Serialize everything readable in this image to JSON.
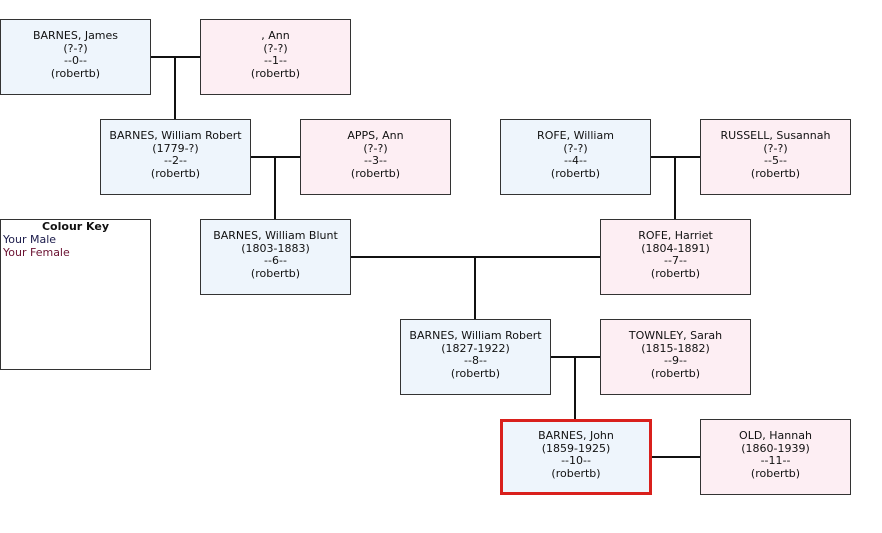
{
  "colors": {
    "male": "#eef5fc",
    "female": "#fdeef3",
    "selected_border": "#d9201c",
    "line": "#111111"
  },
  "people": {
    "p0": {
      "name": "BARNES, James",
      "dates": "(?-?)",
      "id": "--0--",
      "user": "(robertb)"
    },
    "p1": {
      "name": ", Ann",
      "dates": "(?-?)",
      "id": "--1--",
      "user": "(robertb)"
    },
    "p2": {
      "name": "BARNES, William Robert",
      "dates": "(1779-?)",
      "id": "--2--",
      "user": "(robertb)"
    },
    "p3": {
      "name": "APPS, Ann",
      "dates": "(?-?)",
      "id": "--3--",
      "user": "(robertb)"
    },
    "p4": {
      "name": "ROFE, William",
      "dates": "(?-?)",
      "id": "--4--",
      "user": "(robertb)"
    },
    "p5": {
      "name": "RUSSELL, Susannah",
      "dates": "(?-?)",
      "id": "--5--",
      "user": "(robertb)"
    },
    "p6": {
      "name": "BARNES, William Blunt",
      "dates": "(1803-1883)",
      "id": "--6--",
      "user": "(robertb)"
    },
    "p7": {
      "name": "ROFE, Harriet",
      "dates": "(1804-1891)",
      "id": "--7--",
      "user": "(robertb)"
    },
    "p8": {
      "name": "BARNES, William Robert",
      "dates": "(1827-1922)",
      "id": "--8--",
      "user": "(robertb)"
    },
    "p9": {
      "name": "TOWNLEY, Sarah",
      "dates": "(1815-1882)",
      "id": "--9--",
      "user": "(robertb)"
    },
    "p10": {
      "name": "BARNES, John",
      "dates": "(1859-1925)",
      "id": "--10--",
      "user": "(robertb)"
    },
    "p11": {
      "name": "OLD, Hannah",
      "dates": "(1860-1939)",
      "id": "--11--",
      "user": "(robertb)"
    }
  },
  "colour_key": {
    "title": "Colour Key",
    "male_label": "Your Male",
    "female_label": "Your Female"
  }
}
